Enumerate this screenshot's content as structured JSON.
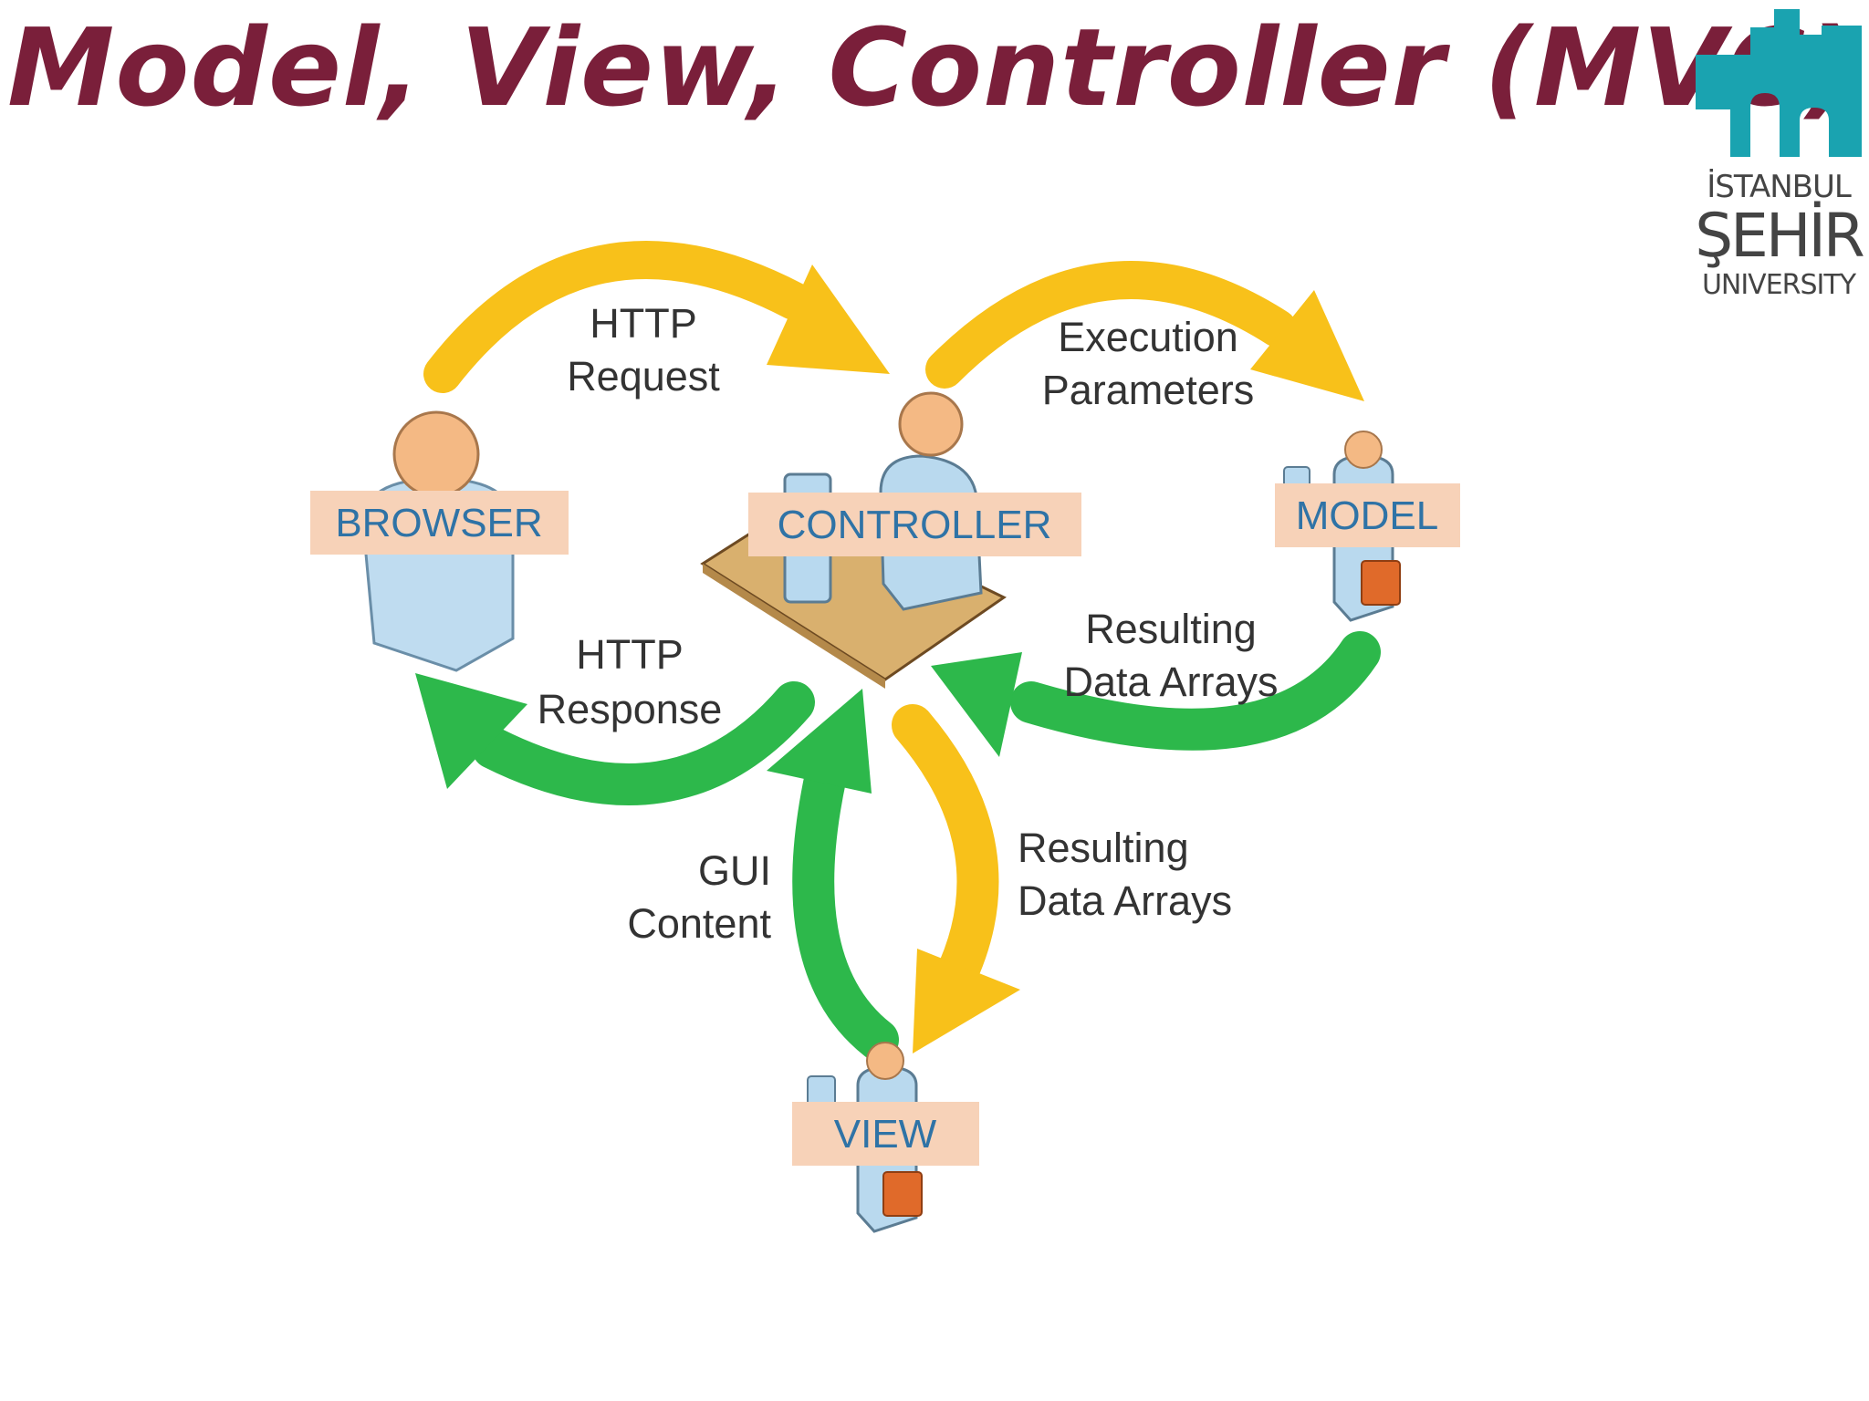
{
  "title": "Model, View, Controller (MVC)",
  "logo": {
    "line1": "İSTANBUL",
    "line2": "ŞEHİR",
    "line3": "UNIVERSITY"
  },
  "colors": {
    "title": "#7a1f3a",
    "logo": "#1aa3b0",
    "logo_text": "#444444",
    "request_arrow": "#f8c11a",
    "response_arrow": "#2db84b",
    "role_label_bg": "#f7d2b8",
    "role_label_text": "#2f73a6",
    "edge_text": "#333333"
  },
  "nodes": {
    "browser": "BROWSER",
    "controller": "CONTROLLER",
    "model": "MODEL",
    "view": "VIEW"
  },
  "edges": {
    "http_request": [
      "HTTP",
      "Request"
    ],
    "execution_parameters": [
      "Execution",
      "Parameters"
    ],
    "model_result": [
      "Resulting",
      "Data Arrays"
    ],
    "http_response": [
      "HTTP",
      "Response"
    ],
    "view_data": [
      "Resulting",
      "Data Arrays"
    ],
    "gui_content": [
      "GUI",
      "Content"
    ]
  }
}
